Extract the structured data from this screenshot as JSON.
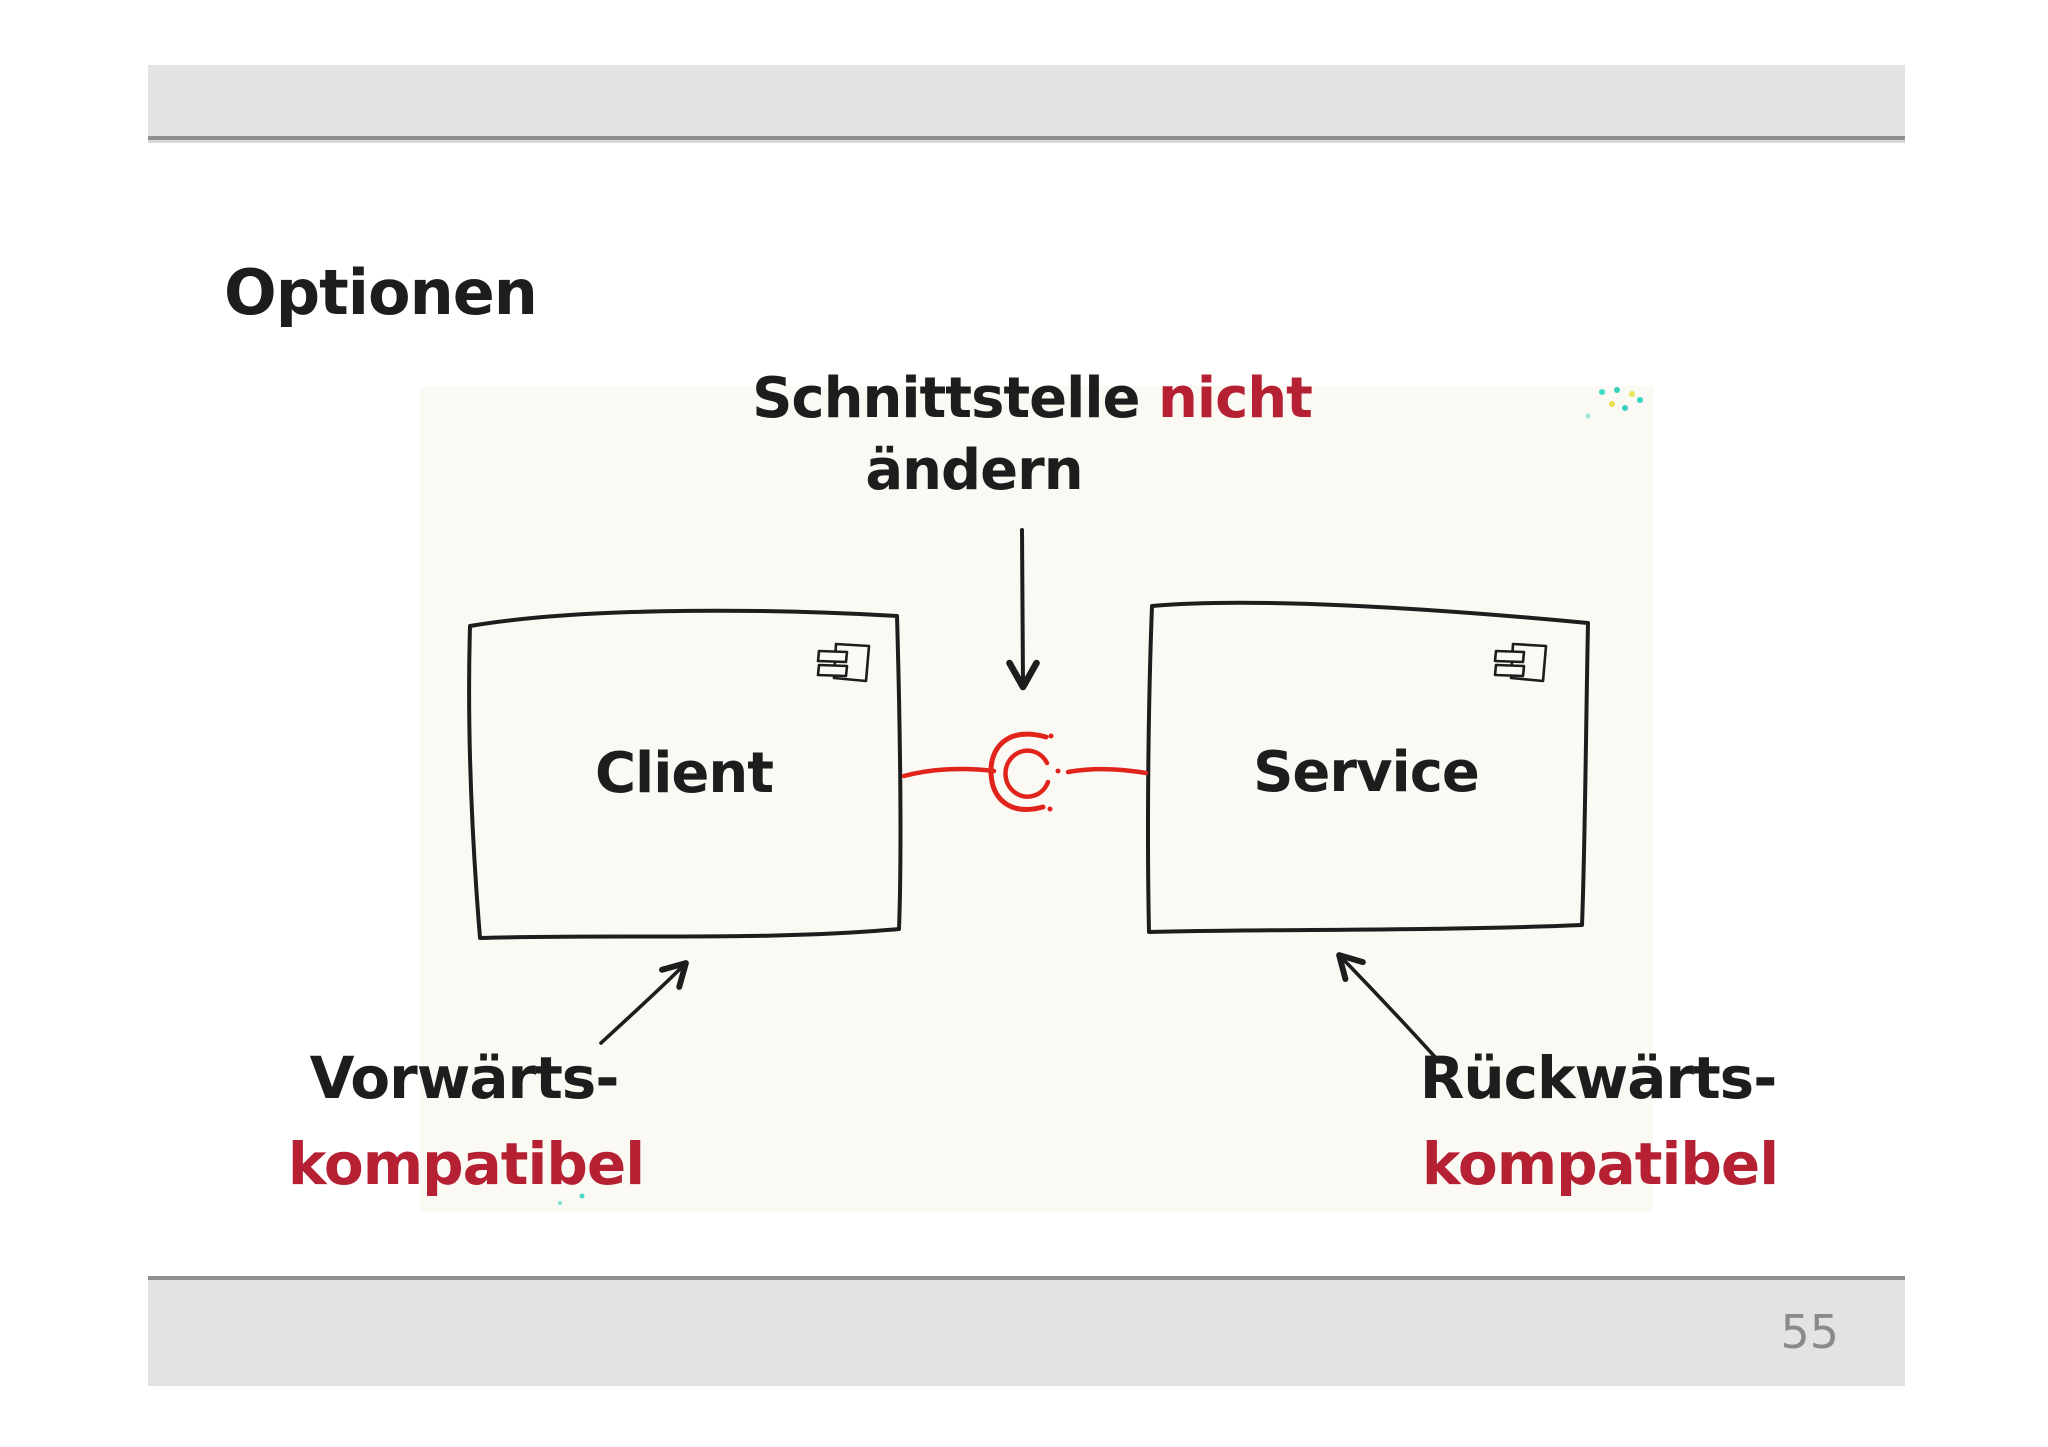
{
  "colors": {
    "ink": "#1d1d1d",
    "typed_red": "#b52032",
    "drawn_red": "#e1241b",
    "header_gray": "#e3e3e3",
    "border_gray": "#8f8f8f",
    "page_number_gray": "#8a8a8a",
    "scan_bg": "#fbf9f4"
  },
  "slide": {
    "title": "Optionen",
    "page_number": "55"
  },
  "diagram": {
    "heading": {
      "black_part": "Schnittstelle ",
      "red_part": "nicht",
      "line2": "ändern"
    },
    "client_box": {
      "label": "Client"
    },
    "service_box": {
      "label": "Service"
    },
    "left_label": {
      "line1": "Vorwärts-",
      "line2": "kompatibel"
    },
    "right_label": {
      "line1": "Rückwärts-",
      "line2": "kompatibel"
    },
    "icons": {
      "client_box": "uml-component-icon",
      "service_box": "uml-component-icon",
      "connector": "ball-and-socket-interface"
    }
  }
}
